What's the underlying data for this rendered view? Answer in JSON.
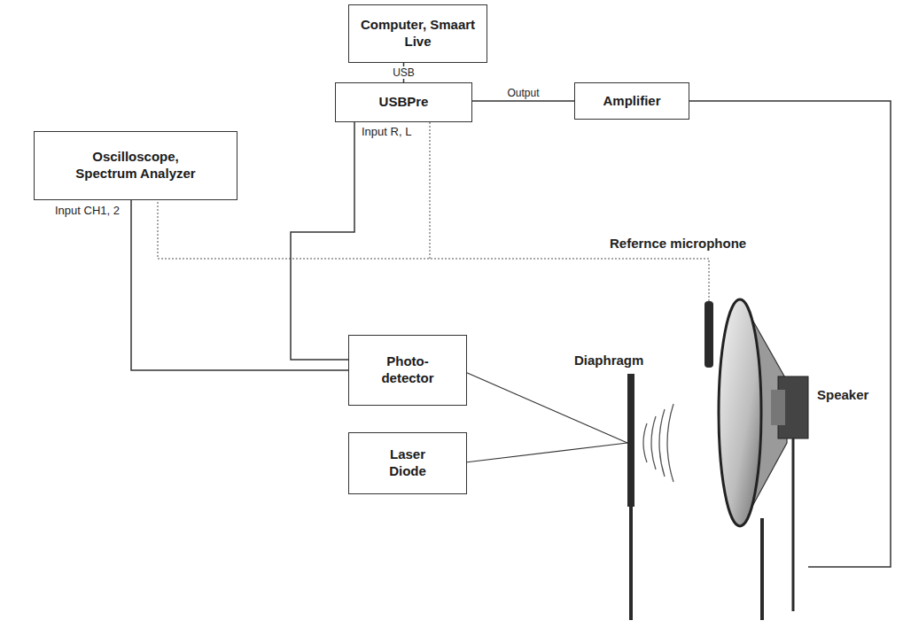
{
  "diagram": {
    "nodes": [
      {
        "text": [
          "Computer, Smaart Live"
        ]
      },
      {
        "text": [
          "Oscilloscope, Spectrum Analyzer"
        ]
      },
      {
        "text": [
          "USBPre"
        ]
      },
      {
        "text": [
          "Amplifier"
        ]
      },
      {
        "text": [
          "Photo- detector"
        ]
      },
      {
        "text": [
          "Laser Diode"
        ]
      }
    ],
    "edges": [
      {
        "from": 0,
        "to": 2,
        "label": "USB",
        "arrow": "none"
      },
      {
        "from": 2,
        "to": 3,
        "label": "Output",
        "arrow": "none"
      },
      {
        "from": 4,
        "to": 1,
        "arrow": "none"
      },
      {
        "from": 4,
        "to": 2,
        "arrow": "none"
      }
    ],
    "labels": [
      "Input R, L",
      "Input CH1, 2",
      "Refernce microphone",
      "Diaphragm",
      "Speaker"
    ]
  }
}
